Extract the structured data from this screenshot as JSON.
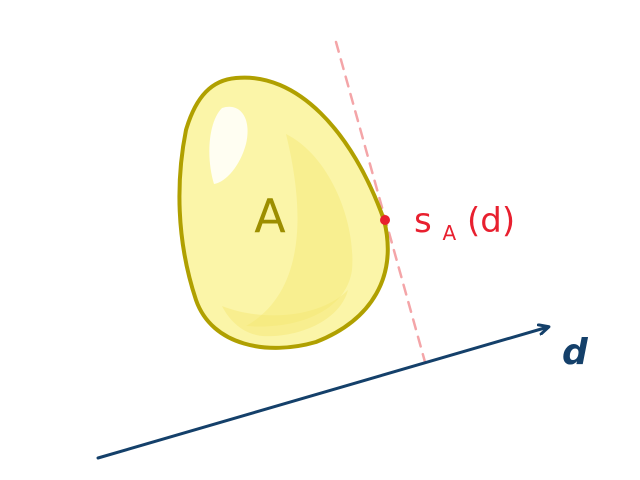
{
  "diagram": {
    "shape": {
      "label": "A",
      "fill": "#fbf5a8",
      "stroke": "#b0a000",
      "label_color": "#9c8e00"
    },
    "support_point": {
      "label_main": "s",
      "label_sub": "A",
      "label_arg": "(d)",
      "color": "#e8202f"
    },
    "support_line": {
      "color": "#f4a5a8"
    },
    "direction": {
      "label": "d",
      "color": "#14406a"
    }
  }
}
